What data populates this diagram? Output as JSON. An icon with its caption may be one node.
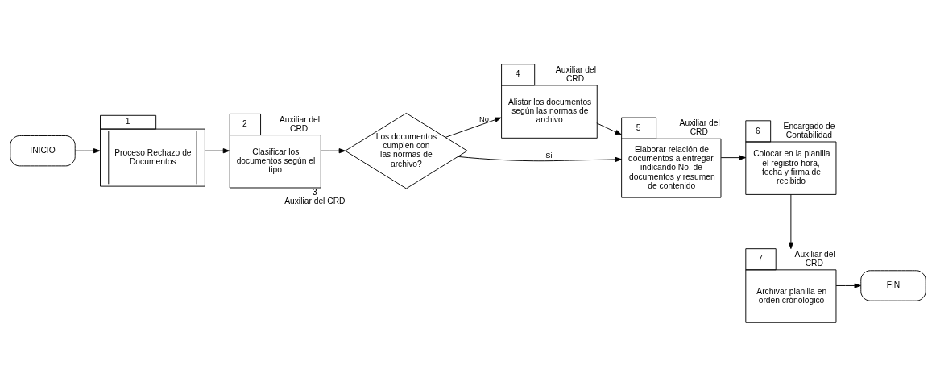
{
  "diagram": {
    "nodes": [
      {
        "text": [
          "INICIO"
        ]
      },
      {
        "text": [
          "Proceso Rechazo de Documentos"
        ],
        "beside": [
          "1"
        ]
      },
      {
        "text": [
          "Clasificar los documentos según el tipo"
        ],
        "beside": [
          "2",
          "Auxiliar del CRD"
        ]
      },
      {
        "text": [
          "Los documentos cumplen con las normas de archivo?"
        ],
        "beside": [
          "3",
          "Auxiliar del CRD"
        ]
      },
      {
        "text": [
          "Alistar los documentos según las normas de archivo"
        ],
        "beside": [
          "4",
          "Auxiliar del CRD"
        ]
      },
      {
        "text": [
          "Elaborar relación de documentos a entregar, indicando No. de documentos y resumen de contenido"
        ],
        "beside": [
          "5",
          "Auxiliar del CRD"
        ]
      },
      {
        "text": [
          "Colocar en la planilla el registro hora, fecha y firma de recibido"
        ],
        "beside": [
          "6",
          "Encargado de Contabilidad"
        ]
      },
      {
        "text": [
          "Archivar planilla en orden crónologico"
        ],
        "beside": [
          "7",
          "Auxiliar del CRD"
        ]
      },
      {
        "text": [
          "FIN"
        ]
      }
    ],
    "edges": [
      {
        "from": 0,
        "to": 1,
        "arrow": "to"
      },
      {
        "from": 1,
        "to": 2,
        "arrow": "to"
      },
      {
        "from": 2,
        "to": 3,
        "arrow": "to"
      },
      {
        "from": 3,
        "to": 4,
        "arrow": "to",
        "label": "No"
      },
      {
        "from": 3,
        "to": 5,
        "arrow": "to",
        "label": "Si"
      },
      {
        "from": 4,
        "to": 5,
        "arrow": "to"
      },
      {
        "from": 5,
        "to": 6,
        "arrow": "to"
      },
      {
        "from": 6,
        "to": 7,
        "arrow": "to"
      },
      {
        "from": 7,
        "to": 8,
        "arrow": "to"
      }
    ]
  }
}
